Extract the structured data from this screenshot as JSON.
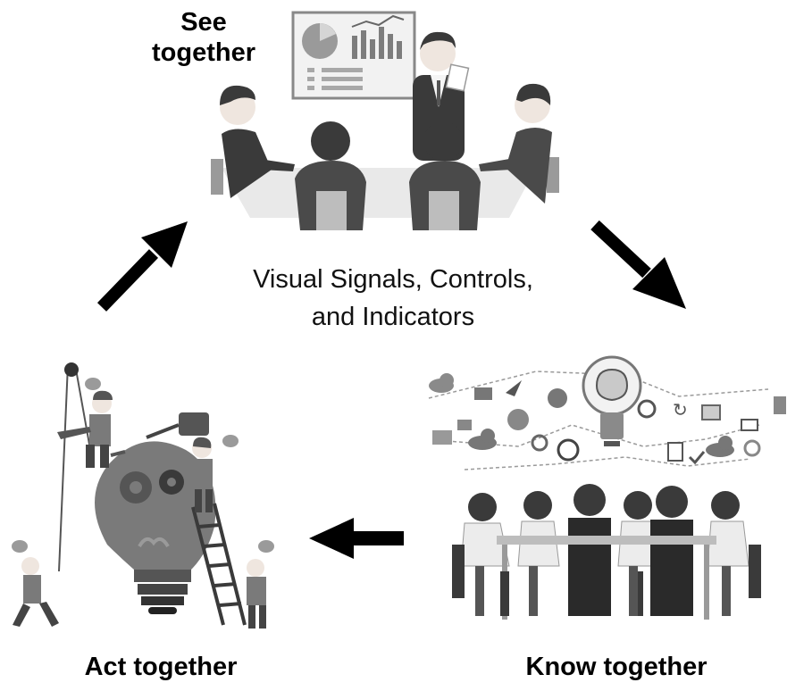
{
  "labels": {
    "see_line1": "See",
    "see_line2": "together",
    "center_line1": "Visual Signals, Controls,",
    "center_line2": "and Indicators",
    "act": "Act together",
    "know": "Know together"
  },
  "illustrations": {
    "top": "meeting-presentation-illustration",
    "right": "team-knowledge-network-illustration",
    "left": "lightbulb-workers-illustration"
  },
  "colors": {
    "dark": "#3a3a3a",
    "mid": "#7a7a7a",
    "light": "#bdbdbd",
    "pale": "#dcdcdc",
    "arrow": "#000000"
  }
}
